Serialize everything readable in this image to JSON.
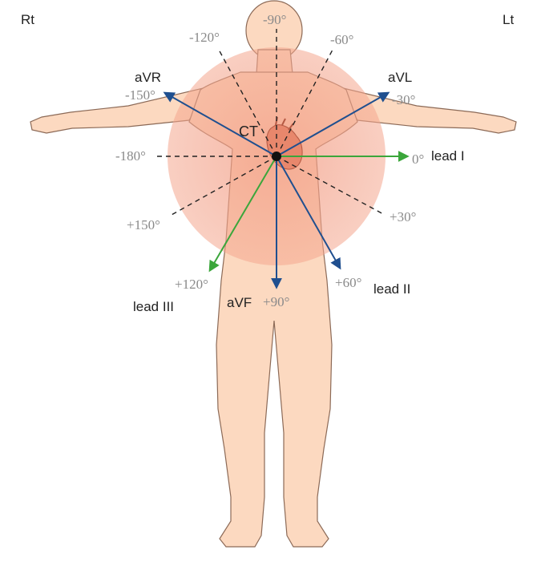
{
  "corner_labels": {
    "right_side": "Rt",
    "left_side": "Lt"
  },
  "center_label": "CT",
  "angles": {
    "minus_90": "-90°",
    "minus_120": "-120°",
    "minus_60": "-60°",
    "minus_150": "-150°",
    "minus_30": "-30°",
    "minus_180": "-180°",
    "zero": "0°",
    "plus_150": "+150°",
    "plus_30": "+30°",
    "plus_120": "+120°",
    "plus_60": "+60°",
    "plus_90": "+90°"
  },
  "leads": {
    "avr": "aVR",
    "avl": "aVL",
    "lead_i": "lead I",
    "lead_ii": "lead II",
    "lead_iii": "lead III",
    "avf": "aVF"
  },
  "colors": {
    "skin": "#fcd9c0",
    "skin_outline": "#8c6a57",
    "halo": "#f29c84",
    "heart": "#e8876c",
    "blue_arrow": "#1f4f8f",
    "green_arrow": "#3ba63b",
    "dashed": "#222222",
    "angle_text": "#8a8a8a"
  }
}
